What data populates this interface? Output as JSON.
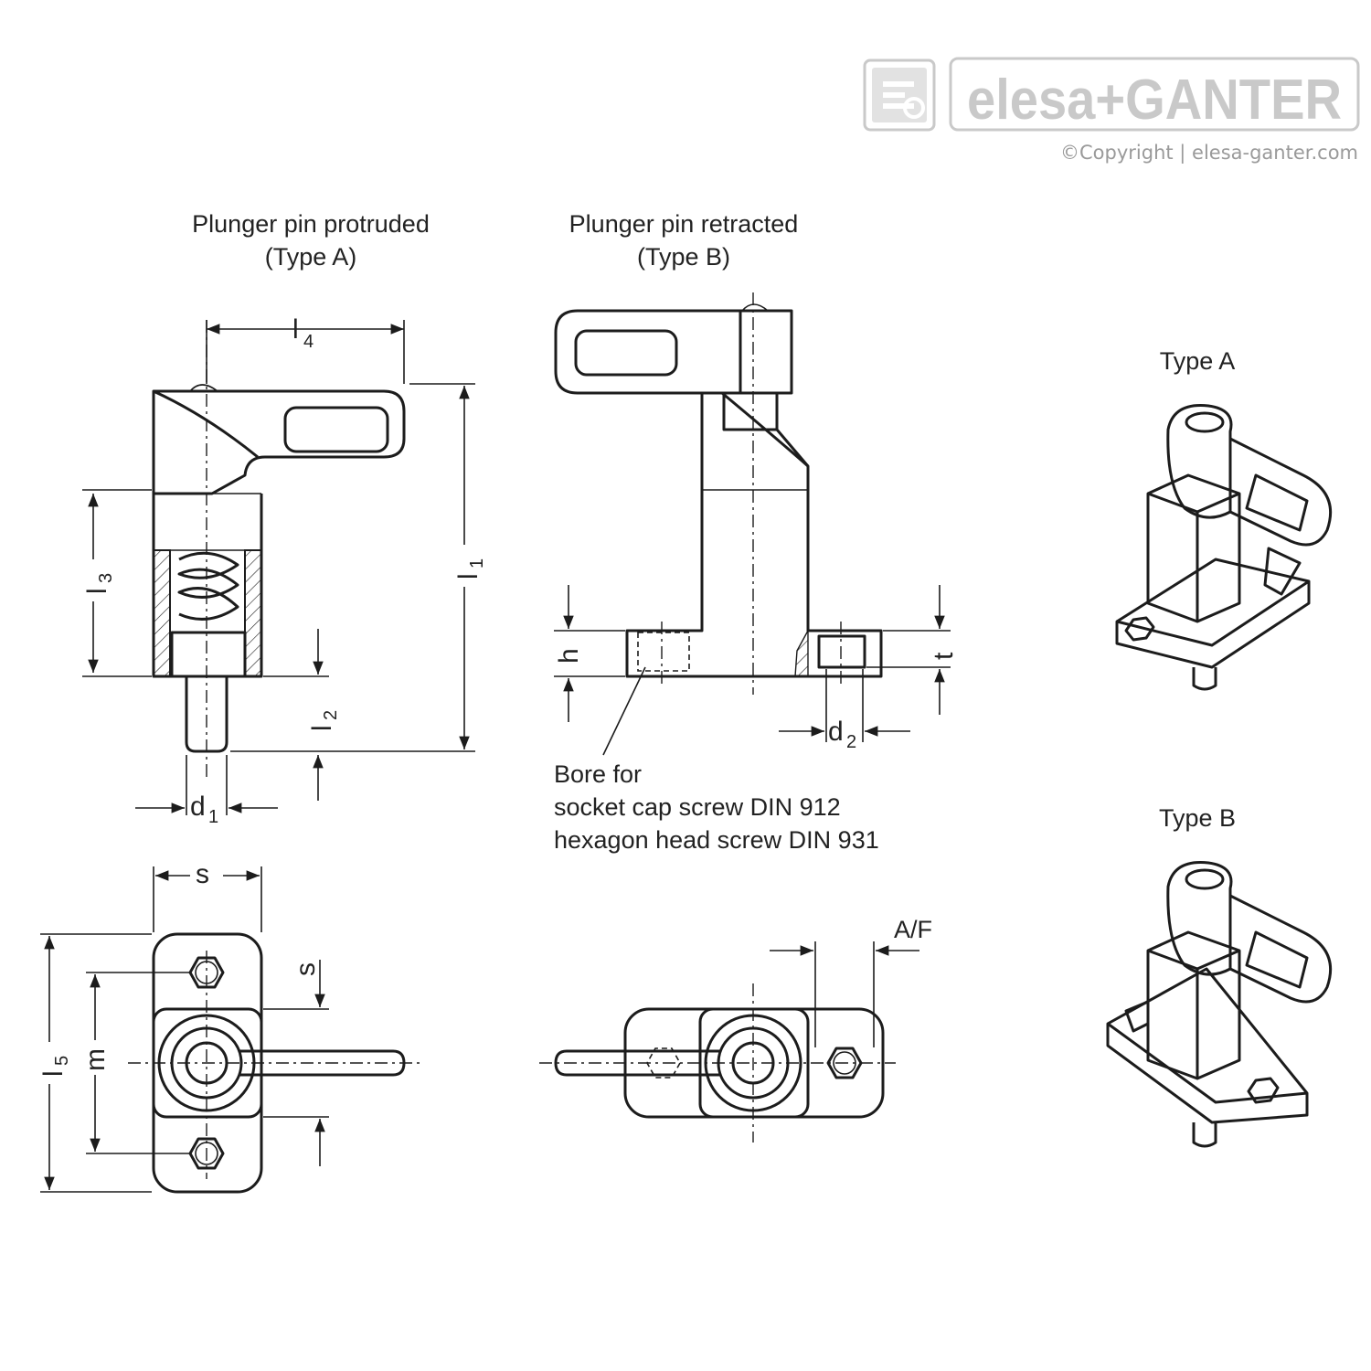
{
  "brand": {
    "logo_text": "elesa+GANTER",
    "copyright": "©Copyright | elesa-ganter.com"
  },
  "views": {
    "type_a_title": "Plunger pin protruded",
    "type_a_subtitle": "(Type A)",
    "type_b_title": "Plunger pin retracted",
    "type_b_subtitle": "(Type B)",
    "iso_a_label": "Type A",
    "iso_b_label": "Type B"
  },
  "note": {
    "line1": "Bore for",
    "line2": "socket cap screw DIN 912",
    "line3": "hexagon head screw DIN 931"
  },
  "dimensions": {
    "l": "l",
    "l1_sub": "1",
    "l2_sub": "2",
    "l3_sub": "3",
    "l4_sub": "4",
    "l5_sub": "5",
    "d": "d",
    "d1_sub": "1",
    "d2_sub": "2",
    "h": "h",
    "t": "t",
    "s_top": "s",
    "s_side": "s",
    "m": "m",
    "af": "A/F"
  }
}
